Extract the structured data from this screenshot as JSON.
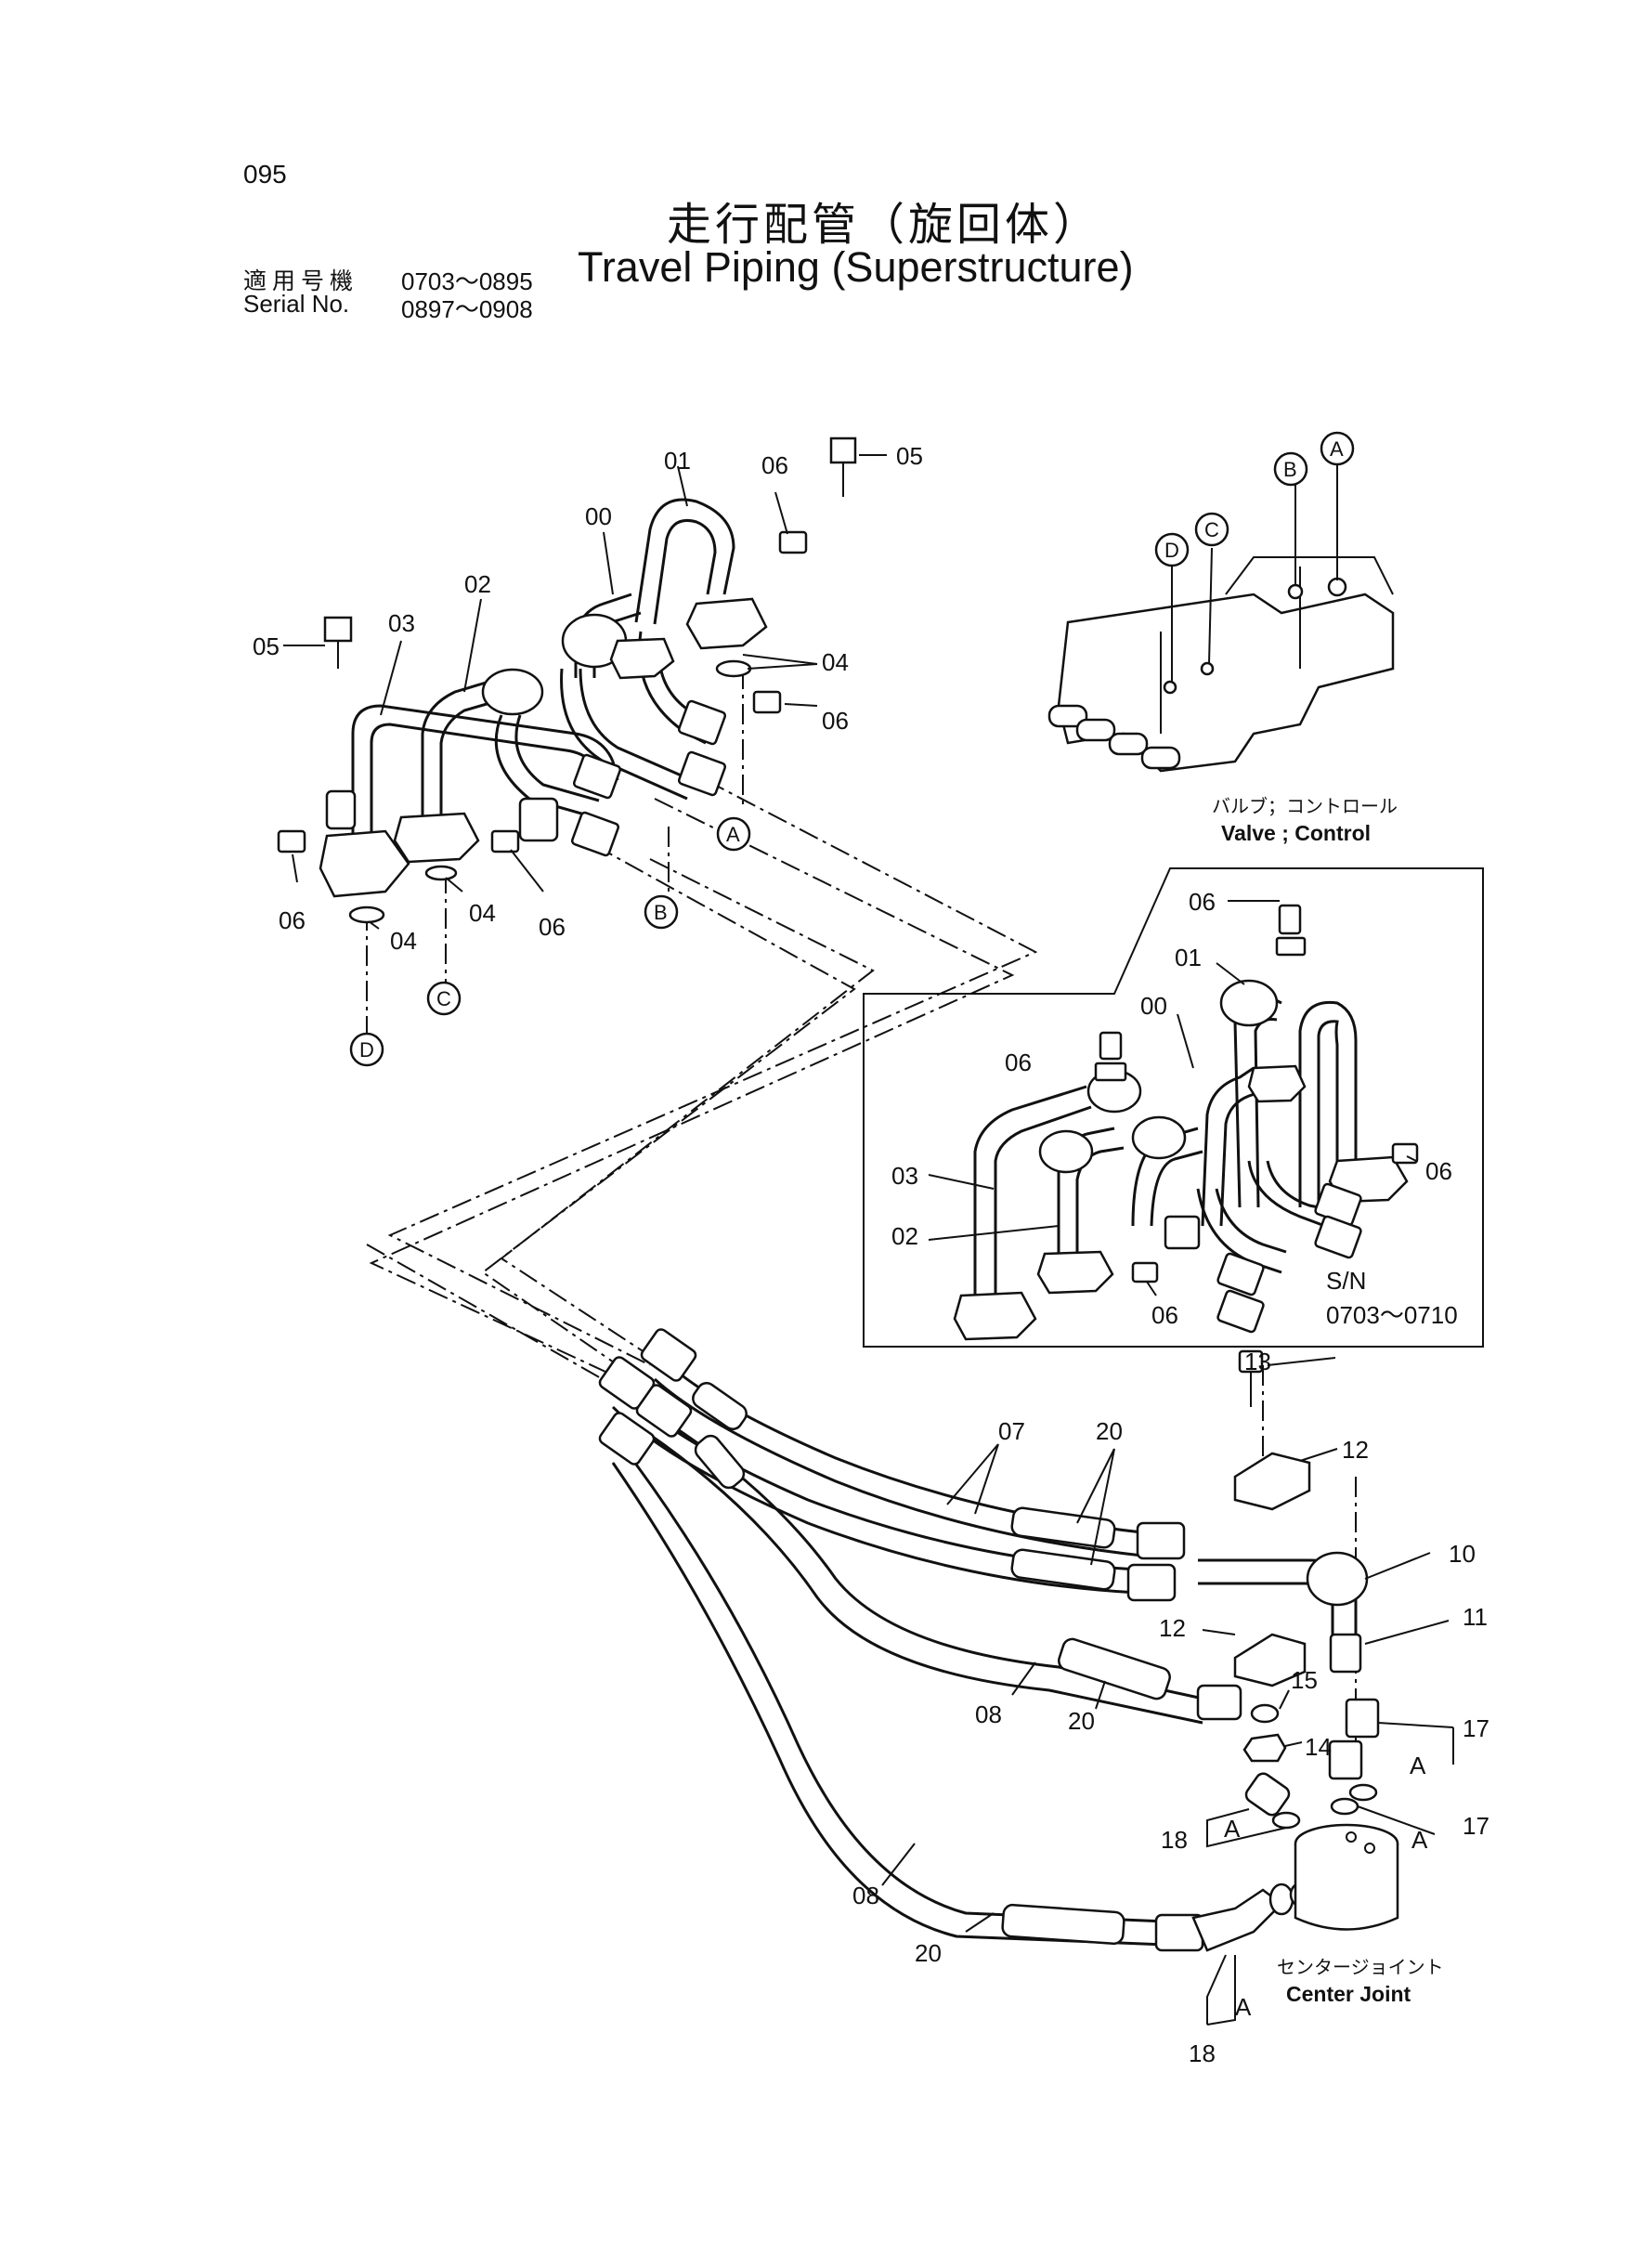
{
  "header": {
    "page_number": "095",
    "title_jp": "走行配管（旋回体）",
    "title_en": "Travel Piping (Superstructure)",
    "serial_label_jp": "適用号機",
    "serial_label_en": "Serial No.",
    "serial_range_1": "0703～0895",
    "serial_range_2": "0897～0908"
  },
  "captions": {
    "valve_jp": "バルブ；コントロール",
    "valve_en": "Valve ; Control",
    "joint_jp": "センタージョイント",
    "joint_en": "Center Joint",
    "inset_sn_label": "S/N",
    "inset_sn_range": "0703～0710"
  },
  "port_letters": [
    "A",
    "B",
    "C",
    "D"
  ],
  "part_labels": {
    "p00": "00",
    "p01": "01",
    "p02": "02",
    "p03": "03",
    "p04": "04",
    "p05": "05",
    "p06": "06",
    "p07": "07",
    "p08": "08",
    "p10": "10",
    "p11": "11",
    "p12": "12",
    "p13": "13",
    "p14": "14",
    "p15": "15",
    "p17": "17",
    "p18": "18",
    "p20": "20",
    "pA": "A"
  }
}
